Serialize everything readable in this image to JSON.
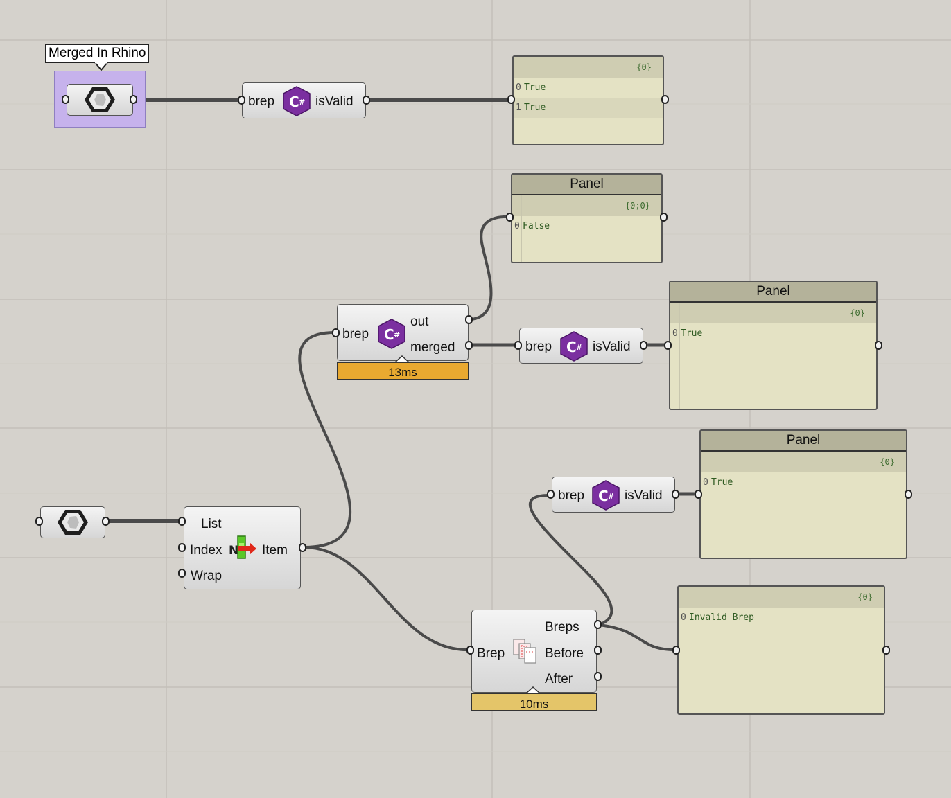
{
  "canvas": {
    "background": "#d5d2cc",
    "grid_color": "#c2bfb8",
    "wire_color": "#4a4a4a",
    "selection_color": "#c6b2ec"
  },
  "group": {
    "label": "Merged In Rhino"
  },
  "csharp_isvalid_1": {
    "input": "brep",
    "output": "isValid",
    "icon": "csharp-icon"
  },
  "panel_top": {
    "branch": "{0}",
    "rows": [
      {
        "idx": "0",
        "val": "True"
      },
      {
        "idx": "1",
        "val": "True"
      }
    ]
  },
  "panel_false": {
    "title": "Panel",
    "branch": "{0;0}",
    "rows": [
      {
        "idx": "0",
        "val": "False"
      }
    ]
  },
  "csharp_merge": {
    "input": "brep",
    "out": "out",
    "merged": "merged",
    "timer": "13ms",
    "timer_color": "#e9a930",
    "icon": "csharp-icon"
  },
  "csharp_isvalid_2": {
    "input": "brep",
    "output": "isValid",
    "icon": "csharp-icon"
  },
  "panel_true_2": {
    "title": "Panel",
    "branch": "{0}",
    "rows": [
      {
        "idx": "0",
        "val": "True"
      }
    ]
  },
  "csharp_isvalid_3": {
    "input": "brep",
    "output": "isValid",
    "icon": "csharp-icon"
  },
  "panel_true_3": {
    "title": "Panel",
    "branch": "{0}",
    "rows": [
      {
        "idx": "0",
        "val": "True"
      }
    ]
  },
  "list_item": {
    "in_list": "List",
    "in_index": "Index",
    "in_wrap": "Wrap",
    "out_item": "Item",
    "icon_letter": "N",
    "icon": "list-item-icon"
  },
  "brep_history": {
    "in_brep": "Brep",
    "out_breps": "Breps",
    "out_before": "Before",
    "out_after": "After",
    "timer": "10ms",
    "timer_color": "#e4c569",
    "icon": "brep-history-icon"
  },
  "panel_invalid": {
    "branch": "{0}",
    "rows": [
      {
        "idx": "0",
        "val": "Invalid Brep"
      }
    ]
  }
}
